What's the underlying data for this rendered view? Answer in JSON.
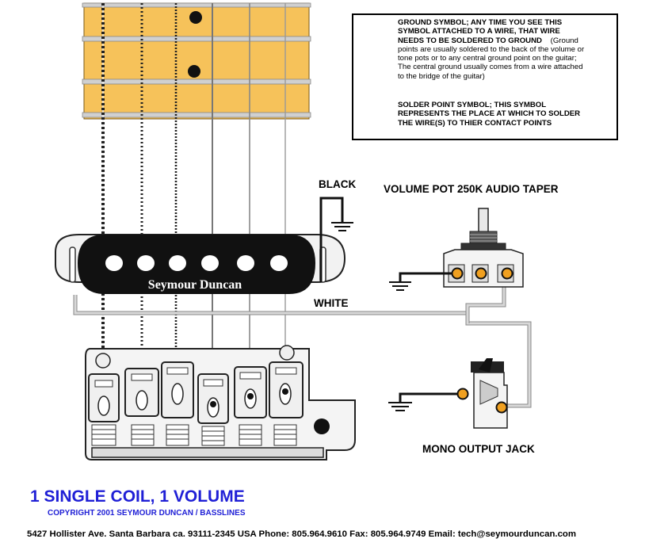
{
  "legend": {
    "ground_bold_1": "GROUND SYMBOL; ANY TIME YOU SEE THIS",
    "ground_bold_2": "SYMBOL ATTACHED TO A WIRE, THAT WIRE",
    "ground_bold_3": "NEEDS TO BE SOLDERED TO GROUND",
    "ground_note_a": "(Ground",
    "ground_note_1": "points are usually soldered to the back of the volume or",
    "ground_note_2": "tone pots or to any central ground point on the guitar;",
    "ground_note_3": "The central ground usually comes from a wire attached",
    "ground_note_4": "to the bridge of the guitar)",
    "solder_1": "SOLDER POINT SYMBOL; THIS SYMBOL",
    "solder_2": "REPRESENTS THE PLACE AT WHICH TO SOLDER",
    "solder_3": "THE WIRE(S) TO THIER CONTACT POINTS"
  },
  "labels": {
    "black_wire": "BLACK",
    "white_wire": "WHITE",
    "volume_pot": "VOLUME POT 250K AUDIO TAPER",
    "output_jack": "MONO OUTPUT JACK",
    "pickup_brand": "Seymour Duncan"
  },
  "footer": {
    "title": "1 SINGLE COIL, 1 VOLUME",
    "copyright": "COPYRIGHT 2001 SEYMOUR DUNCAN / BASSLINES",
    "address": "5427 Hollister Ave. Santa Barbara ca. 93111-2345 USA  Phone: 805.964.9610  Fax: 805.964.9749   Email: tech@seymourduncan.com"
  },
  "colors": {
    "fretboard": "#f6c25a",
    "fret": "#c8c8c8",
    "pickup": "#111111",
    "pickup_mount": "#e8e8e8",
    "white_wire": "#d0d0d0",
    "solder_point": "#f0a020",
    "footer_title": "#1f1fd6"
  }
}
